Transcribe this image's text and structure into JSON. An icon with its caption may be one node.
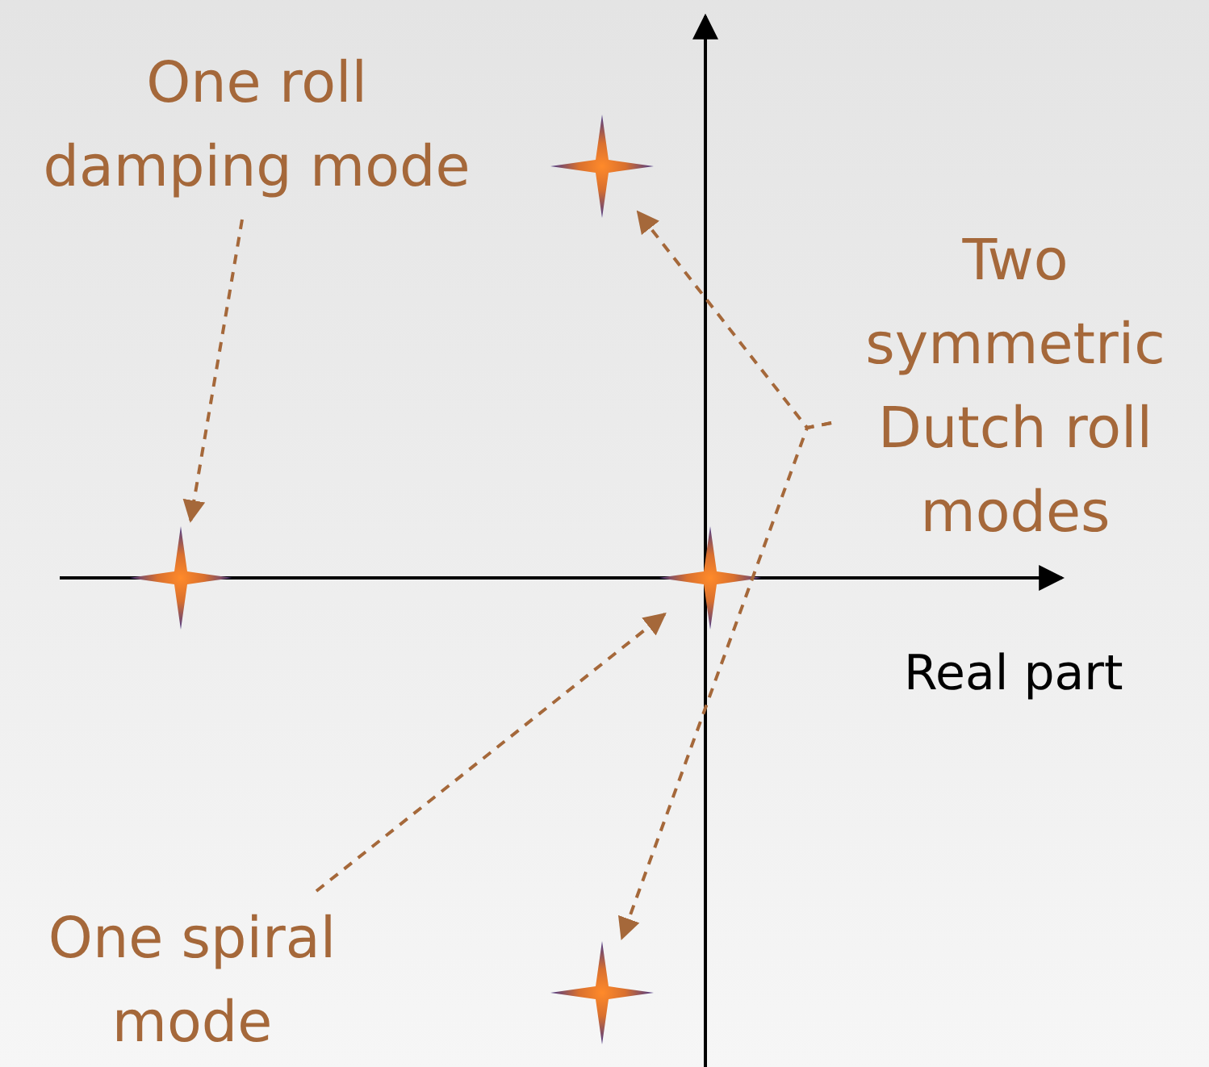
{
  "diagram": {
    "nodes": [
      {
        "text": [
          "One roll damping mode"
        ]
      },
      {
        "text": [],
        "shape": "star"
      },
      {
        "text": [
          "Two symmetric Dutch roll modes"
        ]
      },
      {
        "text": [],
        "shape": "star"
      },
      {
        "text": [],
        "shape": "star"
      },
      {
        "text": [
          "One spiral mode"
        ]
      },
      {
        "text": [],
        "shape": "star"
      }
    ],
    "edges": [
      {
        "from": 0,
        "to": 3,
        "arrow": "to",
        "style": "dashed"
      },
      {
        "from": 2,
        "to": 1,
        "arrow": "to",
        "style": "dashed"
      },
      {
        "from": 2,
        "to": 6,
        "arrow": "to",
        "style": "dashed"
      },
      {
        "from": 5,
        "to": 4,
        "arrow": "to",
        "style": "dashed"
      }
    ],
    "labels": [
      "Real part"
    ]
  }
}
